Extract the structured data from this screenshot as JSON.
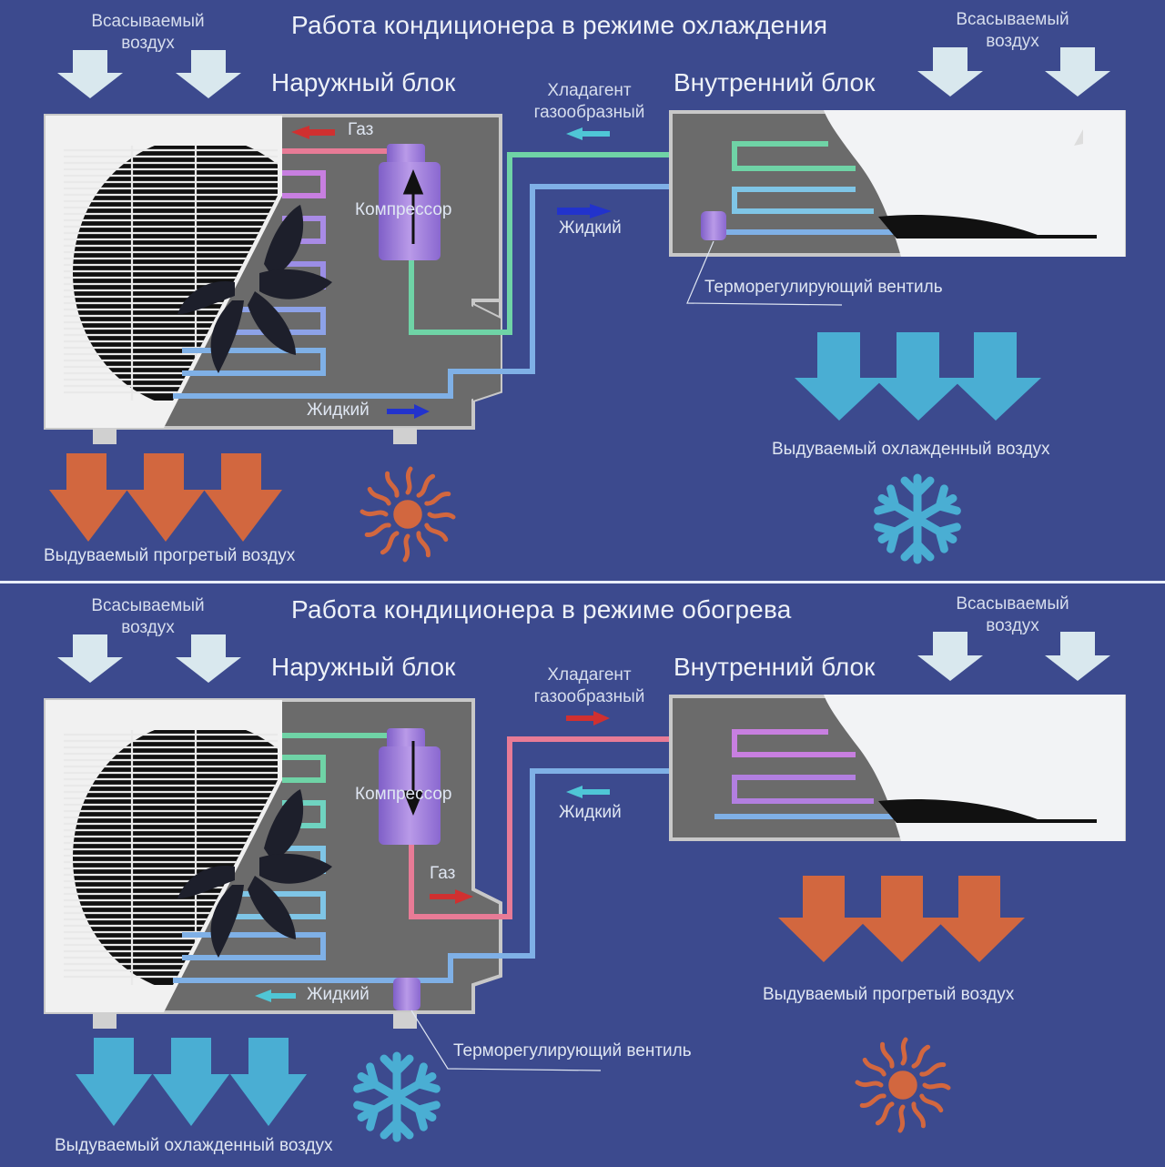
{
  "cooling": {
    "title": "Работа кондиционера в режиме охлаждения",
    "outdoor_title": "Наружный блок",
    "indoor_title": "Внутренний блок",
    "intake_left": [
      "Всасываемый",
      "воздух"
    ],
    "intake_right": [
      "Всасываемый",
      "воздух"
    ],
    "refrigerant_gas": [
      "Хладагент",
      "газообразный"
    ],
    "gas_label": "Газ",
    "compressor_label": "Компрессор",
    "liquid_label_middle": "Жидкий",
    "liquid_label_outdoor": "Жидкий",
    "valve_label": "Терморегулирующий вентиль",
    "outdoor_exhaust": "Выдуваемый прогретый воздух",
    "indoor_exhaust": "Выдуваемый охлажденный воздух",
    "outdoor_symbol": "sun-icon",
    "indoor_symbol": "snowflake-icon"
  },
  "heating": {
    "title": "Работа кондиционера в режиме обогрева",
    "outdoor_title": "Наружный блок",
    "indoor_title": "Внутренний блок",
    "intake_left": [
      "Всасываемый",
      "воздух"
    ],
    "intake_right": [
      "Всасываемый",
      "воздух"
    ],
    "refrigerant_gas": [
      "Хладагент",
      "газообразный"
    ],
    "gas_label": "Газ",
    "compressor_label": "Компрессор",
    "liquid_label_middle": "Жидкий",
    "liquid_label_outdoor": "Жидкий",
    "valve_label": "Терморегулирующий вентиль",
    "outdoor_exhaust": "Выдуваемый охлажденный воздух",
    "indoor_exhaust": "Выдуваемый прогретый воздух",
    "outdoor_symbol": "snowflake-icon",
    "indoor_symbol": "sun-icon"
  },
  "colors": {
    "background": "#3c4a8e",
    "warm": "#d2673f",
    "cold": "#4aaed3",
    "intake": "#d9e8ee",
    "gas_hot": "#e87b96",
    "gas_cool": "#6fd3a6",
    "liquid": "#7fb0e6",
    "coil_purple": "#b27fe0",
    "housing": "#6b6b6b",
    "housing_border": "#c8c8c8"
  }
}
